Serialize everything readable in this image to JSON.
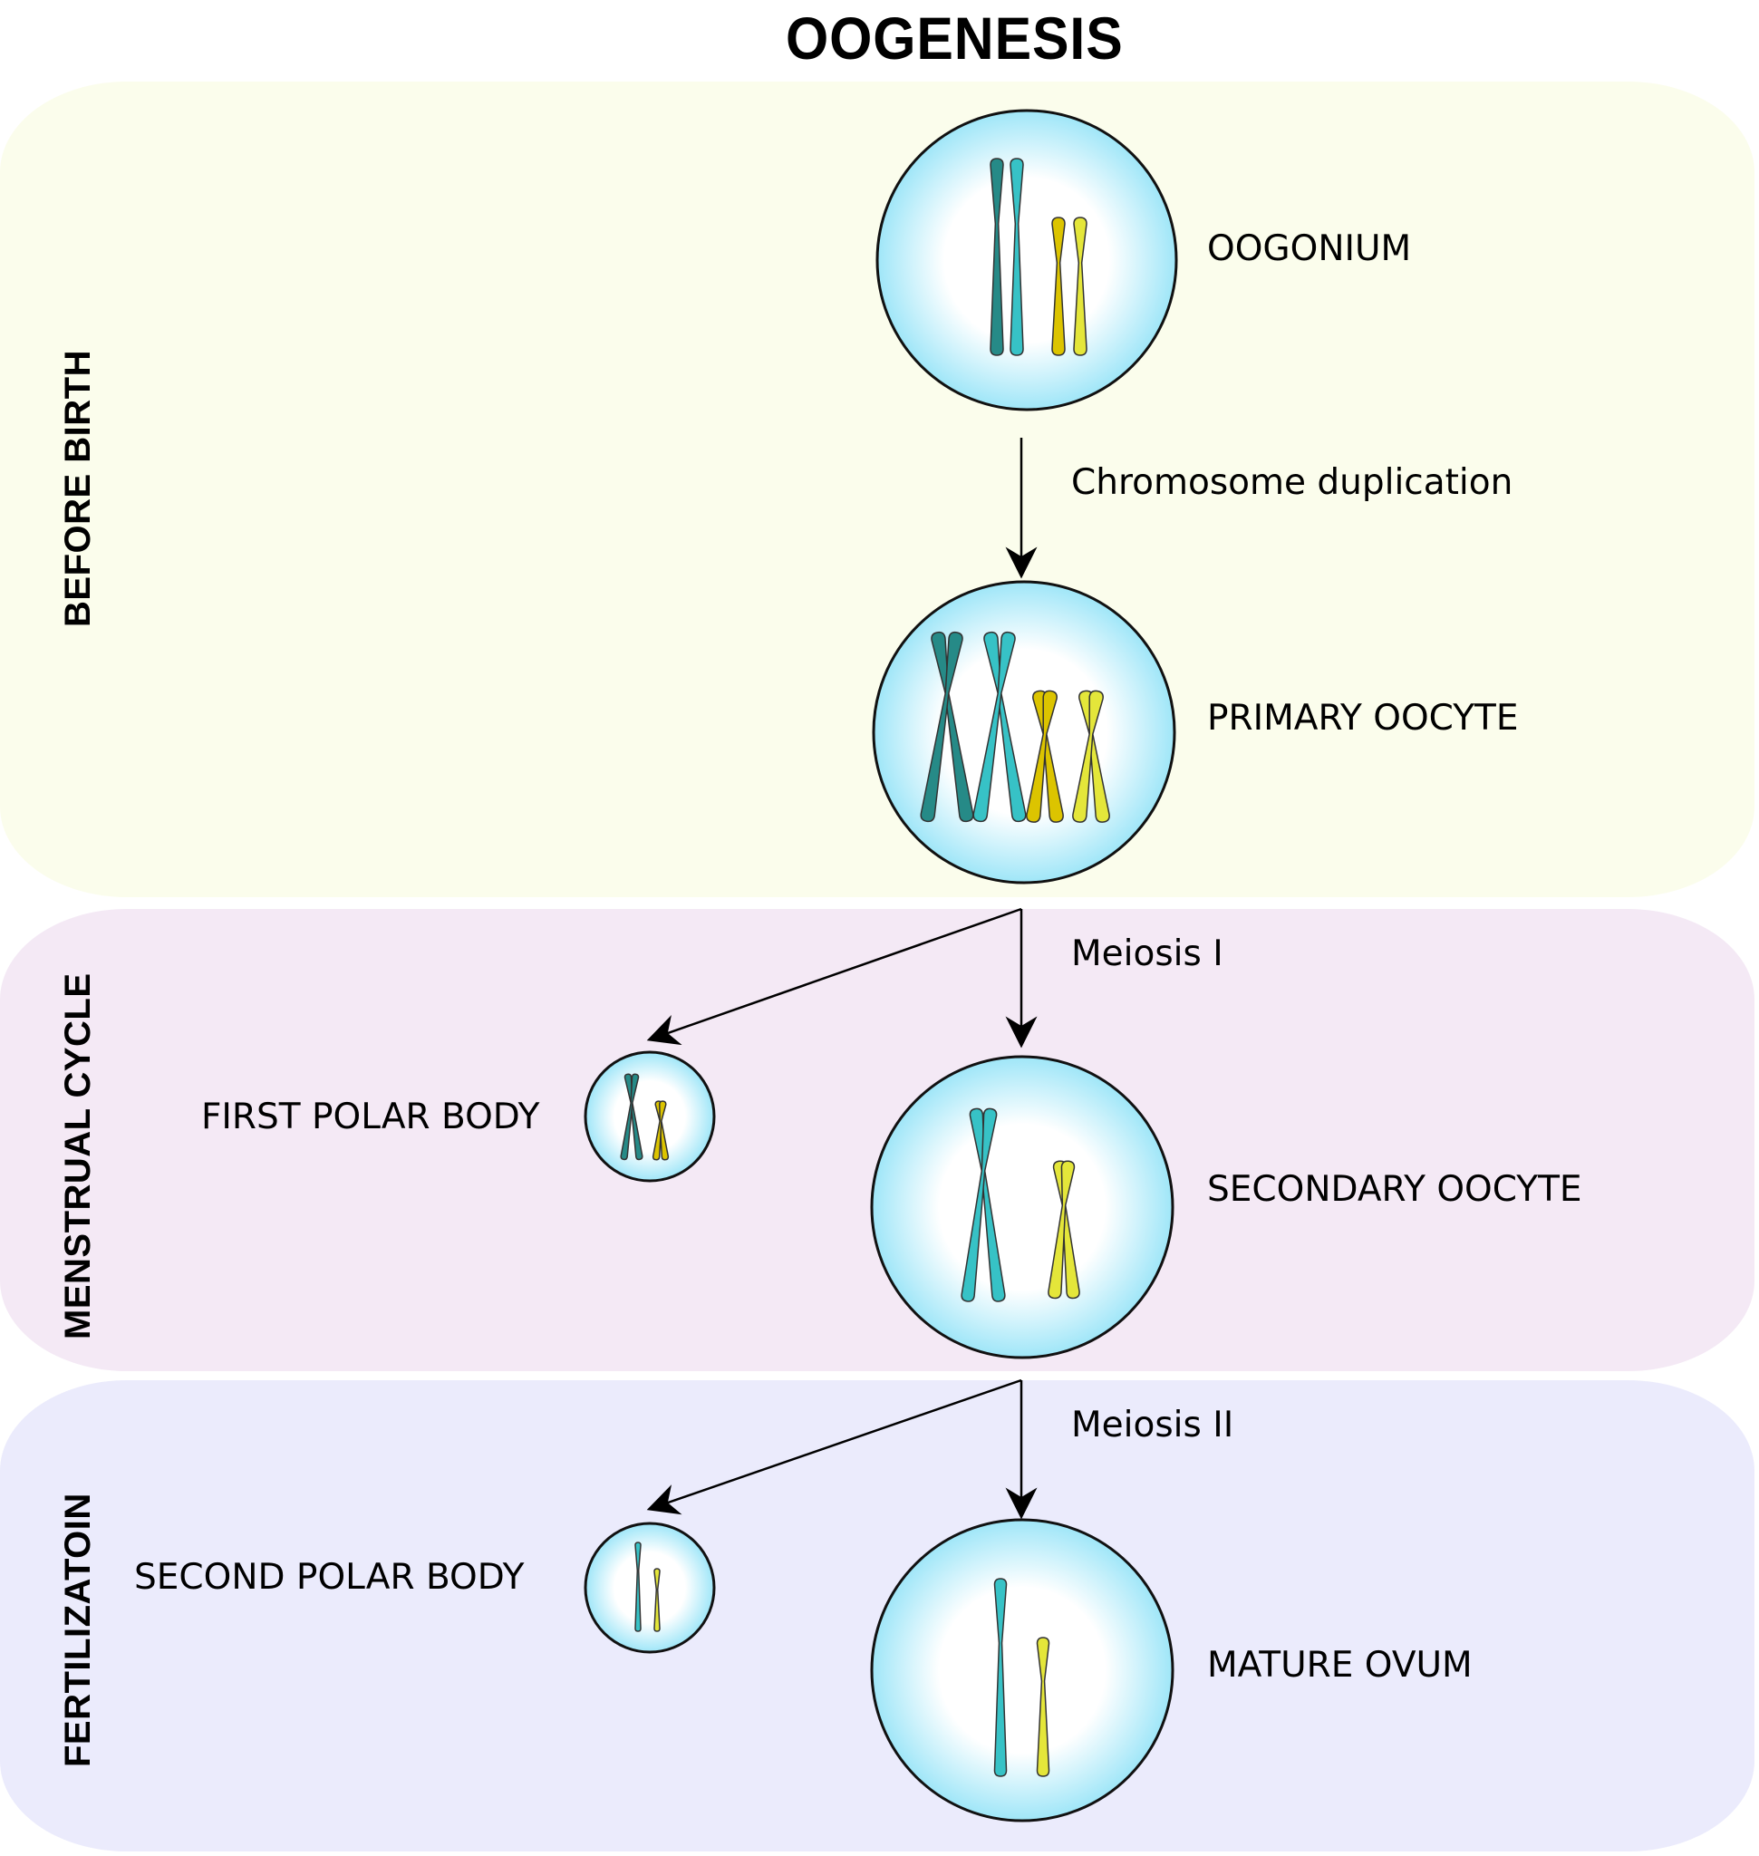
{
  "title": "OOGENESIS",
  "colors": {
    "panel_before_birth": "#fbfdec",
    "panel_menstrual": "#f4e9f5",
    "panel_fertilization": "#ebebfc",
    "cell_fill_edge": "#9fe6f8",
    "cell_fill_center": "#ffffff",
    "cell_stroke": "#111111",
    "chromosome_teal_dark": "#268a87",
    "chromosome_teal": "#37c2c6",
    "chromosome_yellow_dark": "#dcc400",
    "chromosome_yellow": "#e4e63a",
    "arrow": "#000000"
  },
  "stages": [
    {
      "id": "before-birth",
      "label": "BEFORE BIRTH"
    },
    {
      "id": "menstrual-cycle",
      "label": "MENSTRUAL CYCLE"
    },
    {
      "id": "fertilization",
      "label": "FERTILIZATOIN"
    }
  ],
  "cells": [
    {
      "id": "oogonium",
      "label": "OOGONIUM",
      "stage": "before-birth",
      "type": "unduplicated-pairs"
    },
    {
      "id": "primary-oocyte",
      "label": "PRIMARY OOCYTE",
      "stage": "before-birth",
      "type": "duplicated-pairs"
    },
    {
      "id": "first-polar-body",
      "label": "FIRST POLAR BODY",
      "stage": "menstrual-cycle",
      "type": "duplicated-single"
    },
    {
      "id": "secondary-oocyte",
      "label": "SECONDARY OOCYTE",
      "stage": "menstrual-cycle",
      "type": "duplicated-single"
    },
    {
      "id": "second-polar-body",
      "label": "SECOND POLAR BODY",
      "stage": "fertilization",
      "type": "unduplicated-single"
    },
    {
      "id": "mature-ovum",
      "label": "MATURE OVUM",
      "stage": "fertilization",
      "type": "unduplicated-single"
    }
  ],
  "transitions": [
    {
      "from": "oogonium",
      "to": [
        "primary-oocyte"
      ],
      "label": "Chromosome duplication"
    },
    {
      "from": "primary-oocyte",
      "to": [
        "secondary-oocyte",
        "first-polar-body"
      ],
      "label": "Meiosis I"
    },
    {
      "from": "secondary-oocyte",
      "to": [
        "mature-ovum",
        "second-polar-body"
      ],
      "label": "Meiosis II"
    }
  ]
}
